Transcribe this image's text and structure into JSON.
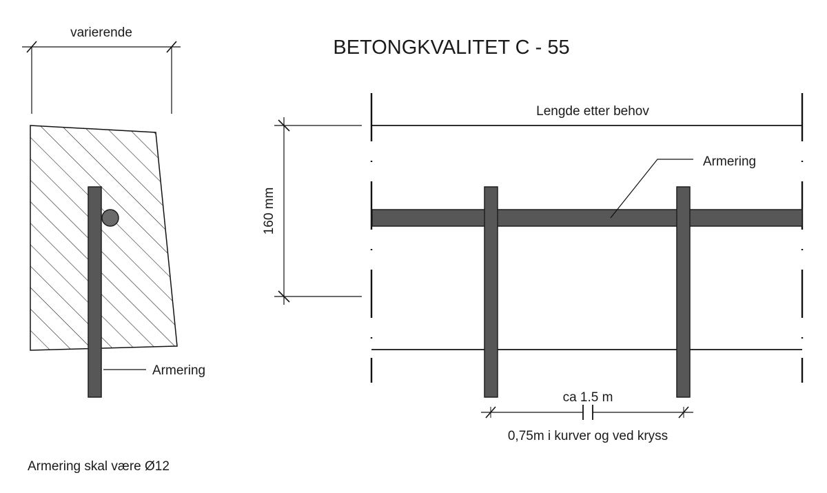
{
  "drawing": {
    "title": "BETONGKVALITET C - 55",
    "note": "Armering skal være Ø12"
  },
  "section_view": {
    "width_label": "varierende",
    "rebar_label": "Armering"
  },
  "elevation_view": {
    "length_label": "Lengde etter behov",
    "height_label": "160 mm",
    "rebar_label": "Armering",
    "spacing_label": "ca 1.5 m",
    "spacing_note": "0,75m i kurver og ved kryss"
  },
  "colors": {
    "rebar_fill": "#575757",
    "line": "#111111",
    "background": "#ffffff"
  }
}
